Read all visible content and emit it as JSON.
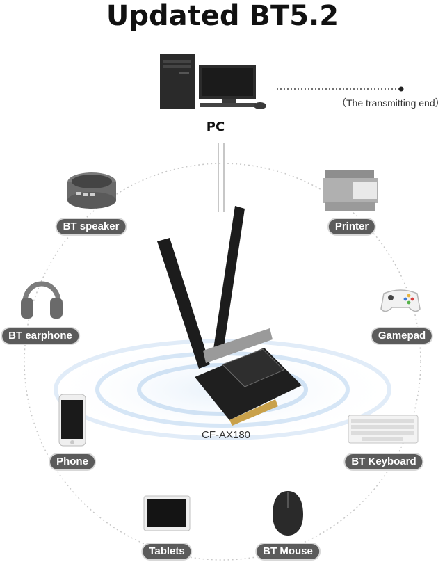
{
  "title": "Updated BT5.2",
  "pc": {
    "label": "PC",
    "note": "（The transmitting end）"
  },
  "card": {
    "model": "CF-AX180"
  },
  "devices": [
    {
      "label": "BT speaker",
      "icon": "speaker-icon"
    },
    {
      "label": "Printer",
      "icon": "printer-icon"
    },
    {
      "label": "BT earphone",
      "icon": "headphones-icon"
    },
    {
      "label": "Gamepad",
      "icon": "gamepad-icon"
    },
    {
      "label": "Phone",
      "icon": "phone-icon"
    },
    {
      "label": "BT Keyboard",
      "icon": "keyboard-icon"
    },
    {
      "label": "Tablets",
      "icon": "tablet-icon"
    },
    {
      "label": "BT Mouse",
      "icon": "mouse-icon"
    }
  ],
  "colors": {
    "label_bg": "#5b5b5b",
    "ring": "#cfe2f5",
    "text": "#111111"
  }
}
